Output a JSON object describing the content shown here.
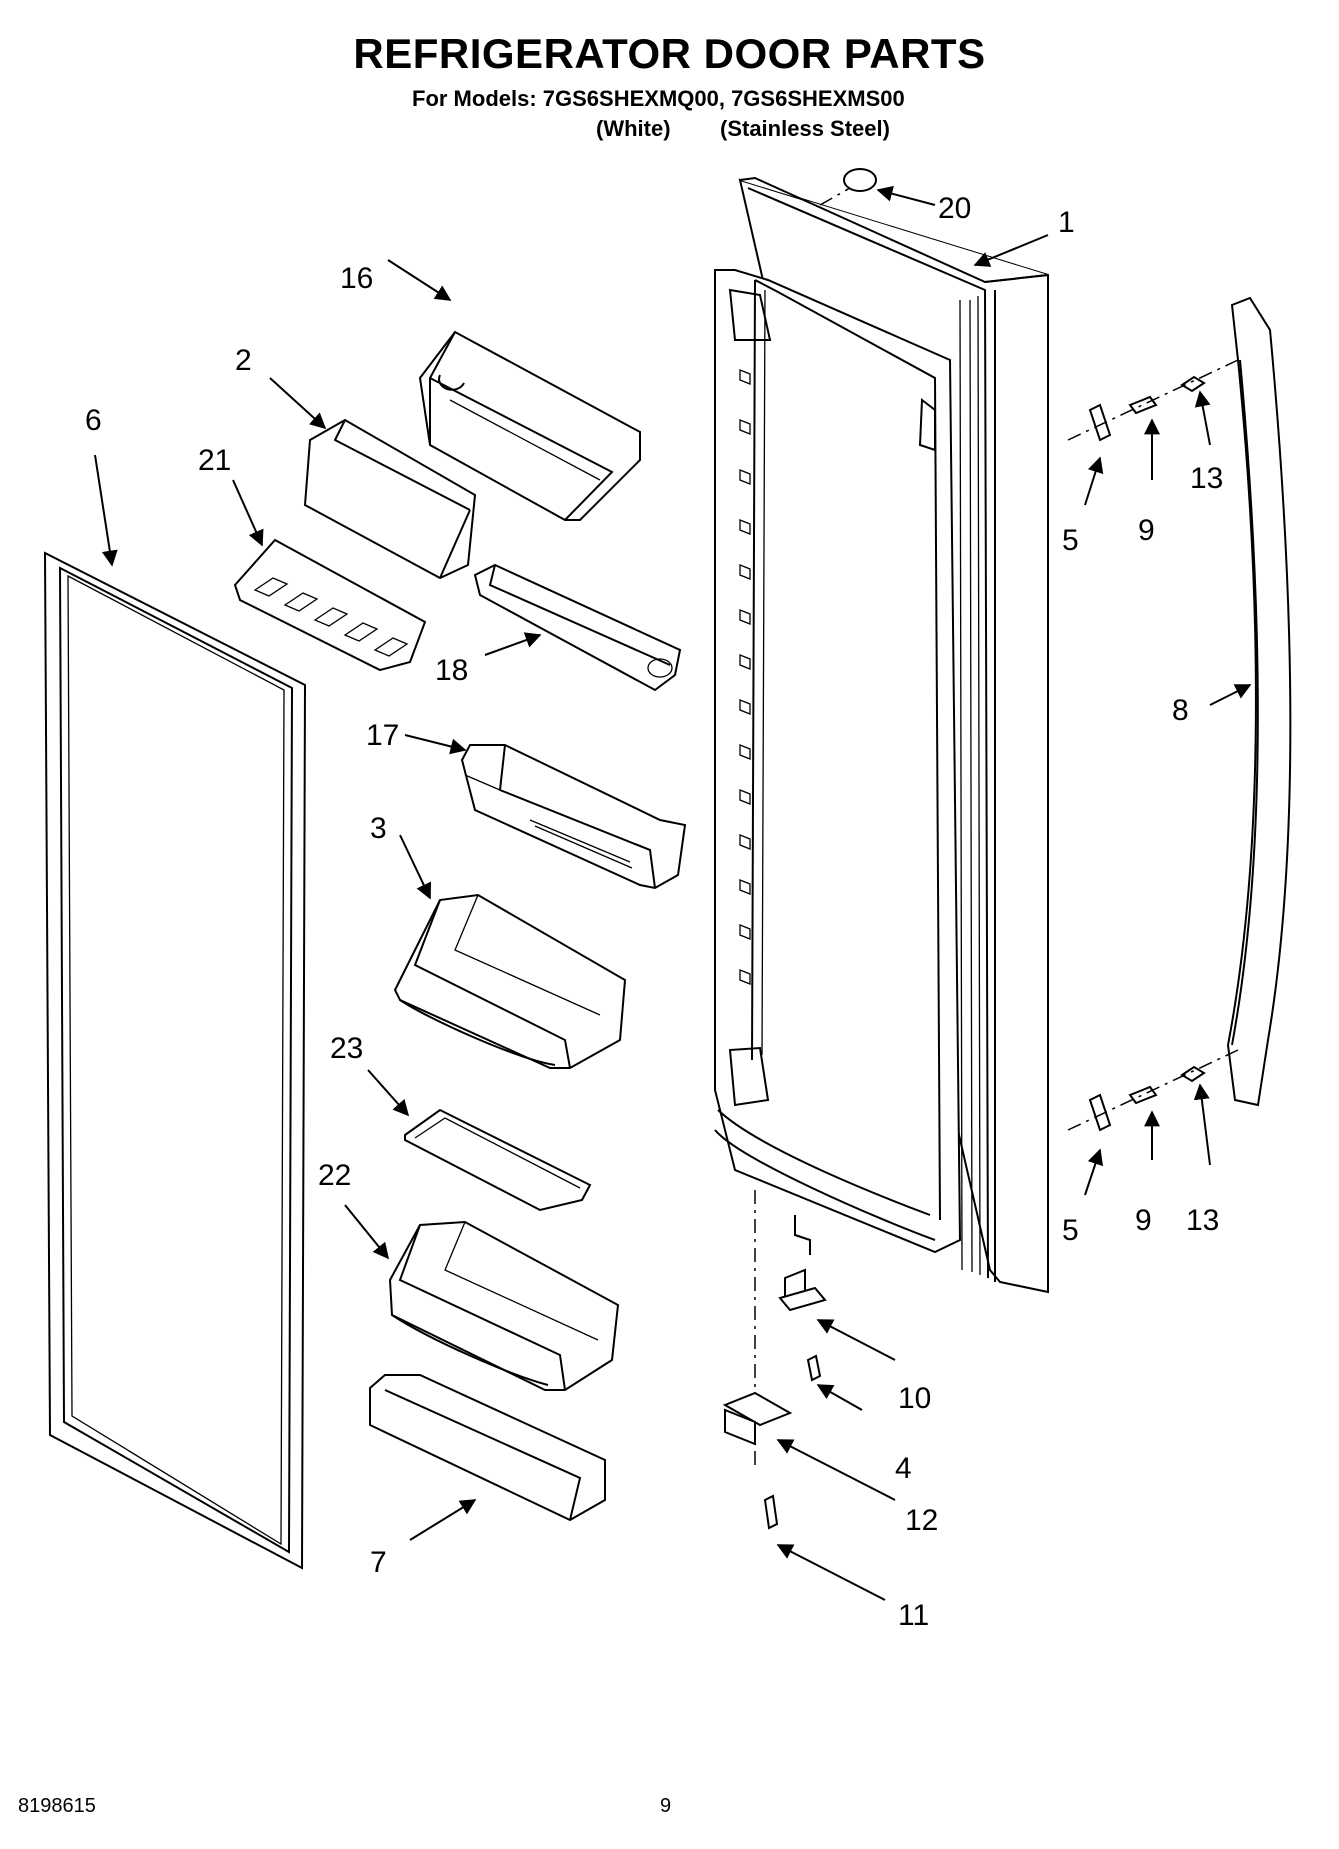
{
  "header": {
    "title": "REFRIGERATOR DOOR PARTS",
    "models_line": "For Models: 7GS6SHEXMQ00, 7GS6SHEXMS00",
    "variant_1": "(White)",
    "variant_2": "(Stainless Steel)"
  },
  "callouts": {
    "c1": "1",
    "c2": "2",
    "c3": "3",
    "c4": "4",
    "c5a": "5",
    "c5b": "5",
    "c6": "6",
    "c7": "7",
    "c8": "8",
    "c9a": "9",
    "c9b": "9",
    "c10": "10",
    "c11": "11",
    "c12": "12",
    "c13a": "13",
    "c13b": "13",
    "c16": "16",
    "c17": "17",
    "c18": "18",
    "c20": "20",
    "c21": "21",
    "c22": "22",
    "c23": "23"
  },
  "footer": {
    "doc_number": "8198615",
    "page_number": "9"
  }
}
